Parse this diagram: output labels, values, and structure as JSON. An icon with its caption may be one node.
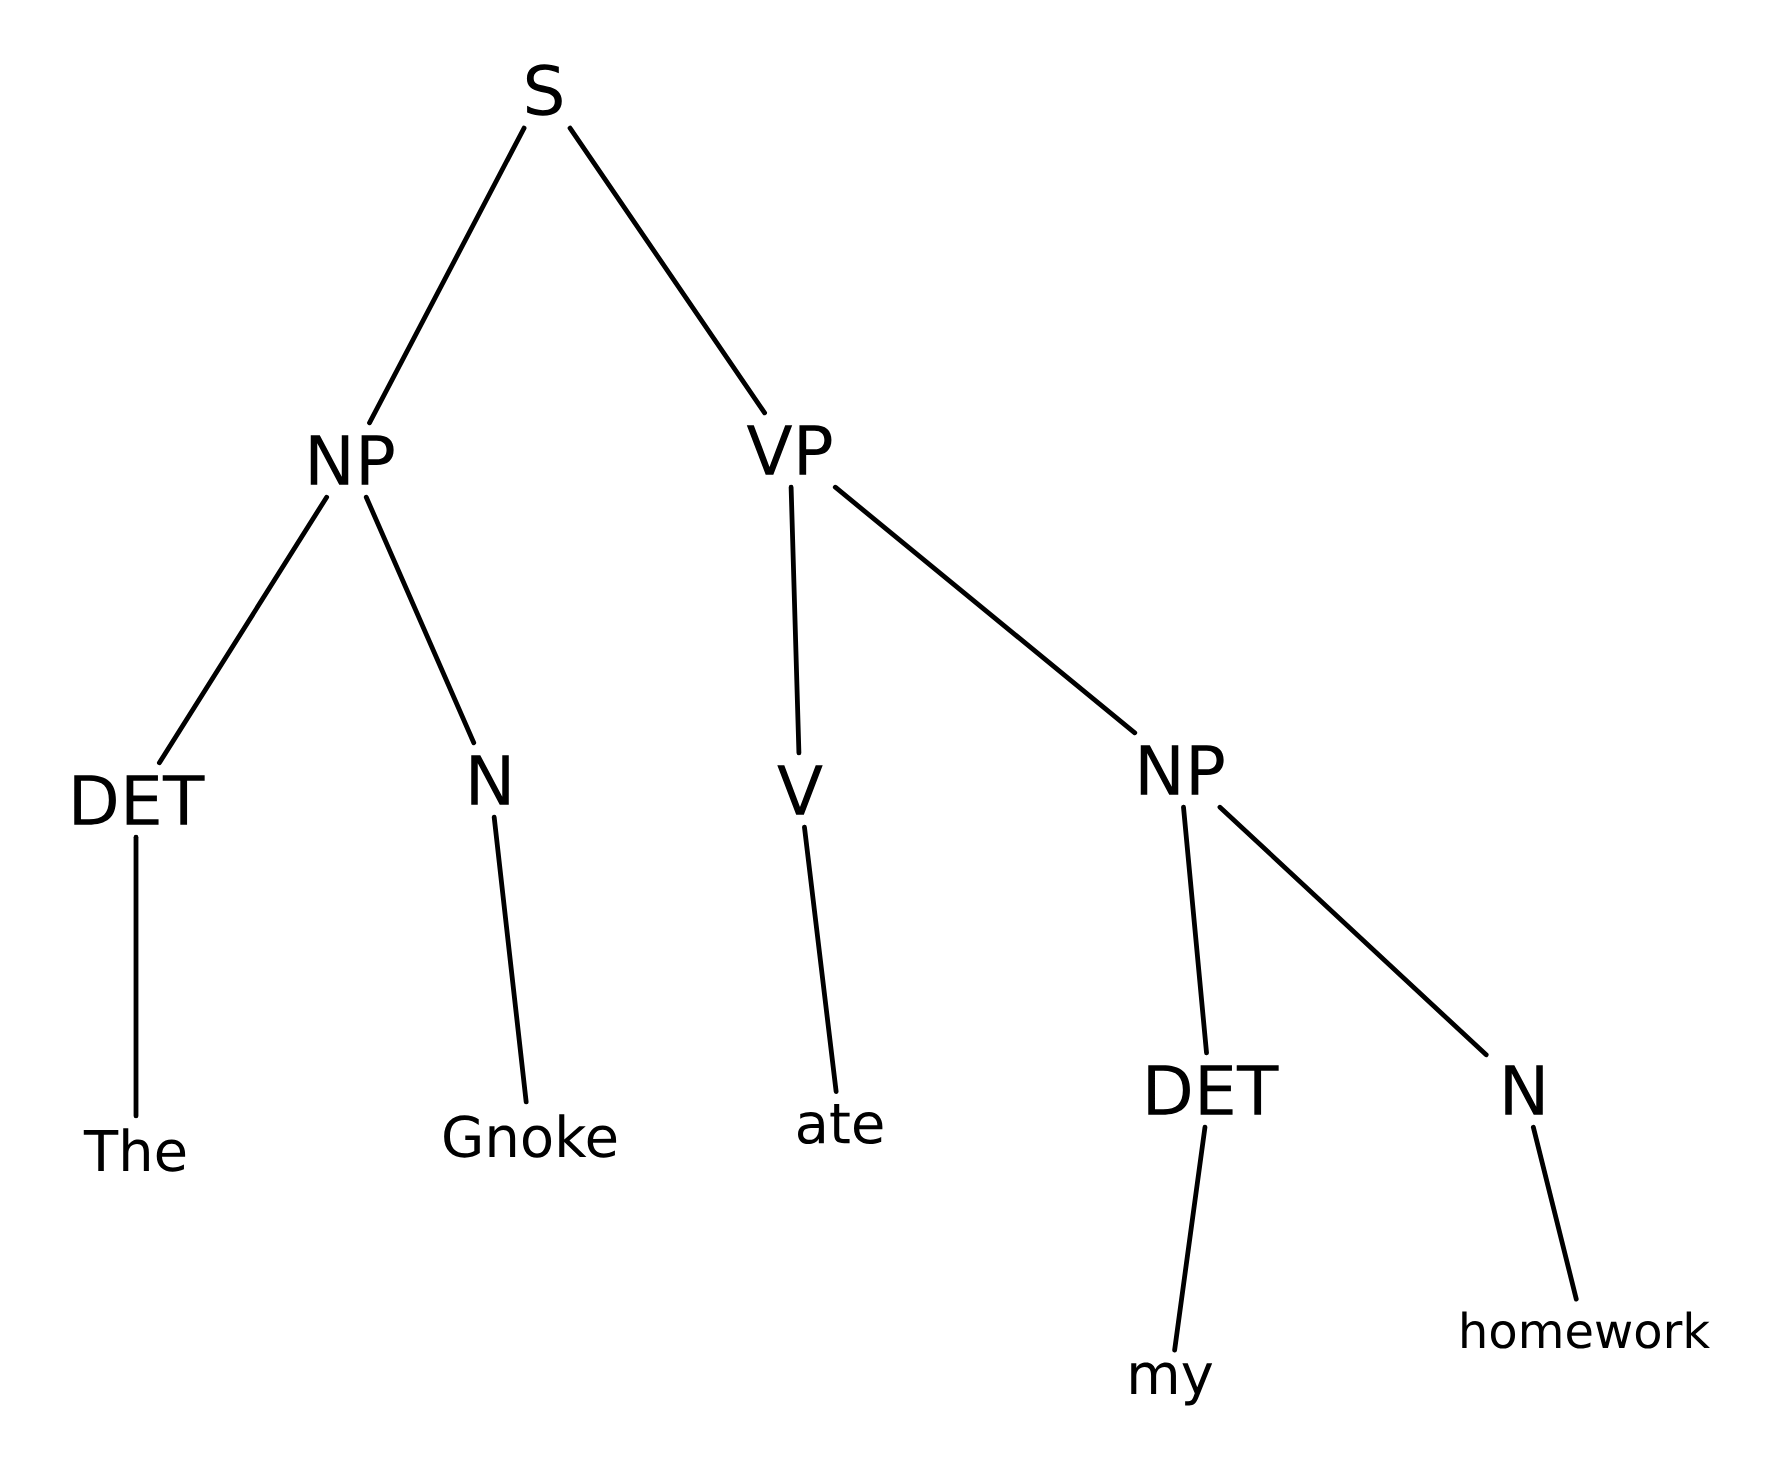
{
  "diagram": {
    "nodes": [
      {
        "text": [
          "S"
        ]
      },
      {
        "text": [
          "NP"
        ]
      },
      {
        "text": [
          "VP"
        ]
      },
      {
        "text": [
          "DET"
        ]
      },
      {
        "text": [
          "N"
        ]
      },
      {
        "text": [
          "V"
        ]
      },
      {
        "text": [
          "NP"
        ]
      },
      {
        "text": [
          "The"
        ]
      },
      {
        "text": [
          "Gnoke"
        ]
      },
      {
        "text": [
          "ate"
        ]
      },
      {
        "text": [
          "DET"
        ]
      },
      {
        "text": [
          "N"
        ]
      },
      {
        "text": [
          "my"
        ]
      },
      {
        "text": [
          "homework"
        ]
      }
    ],
    "edges": [
      {
        "from": 0,
        "to": 1,
        "arrow": "none"
      },
      {
        "from": 0,
        "to": 2,
        "arrow": "none"
      },
      {
        "from": 1,
        "to": 3,
        "arrow": "none"
      },
      {
        "from": 1,
        "to": 4,
        "arrow": "none"
      },
      {
        "from": 2,
        "to": 5,
        "arrow": "none"
      },
      {
        "from": 2,
        "to": 6,
        "arrow": "none"
      },
      {
        "from": 3,
        "to": 7,
        "arrow": "none"
      },
      {
        "from": 4,
        "to": 8,
        "arrow": "none"
      },
      {
        "from": 5,
        "to": 9,
        "arrow": "none"
      },
      {
        "from": 6,
        "to": 10,
        "arrow": "none"
      },
      {
        "from": 6,
        "to": 11,
        "arrow": "none"
      },
      {
        "from": 10,
        "to": 12,
        "arrow": "none"
      },
      {
        "from": 11,
        "to": 13,
        "arrow": "none"
      }
    ]
  }
}
